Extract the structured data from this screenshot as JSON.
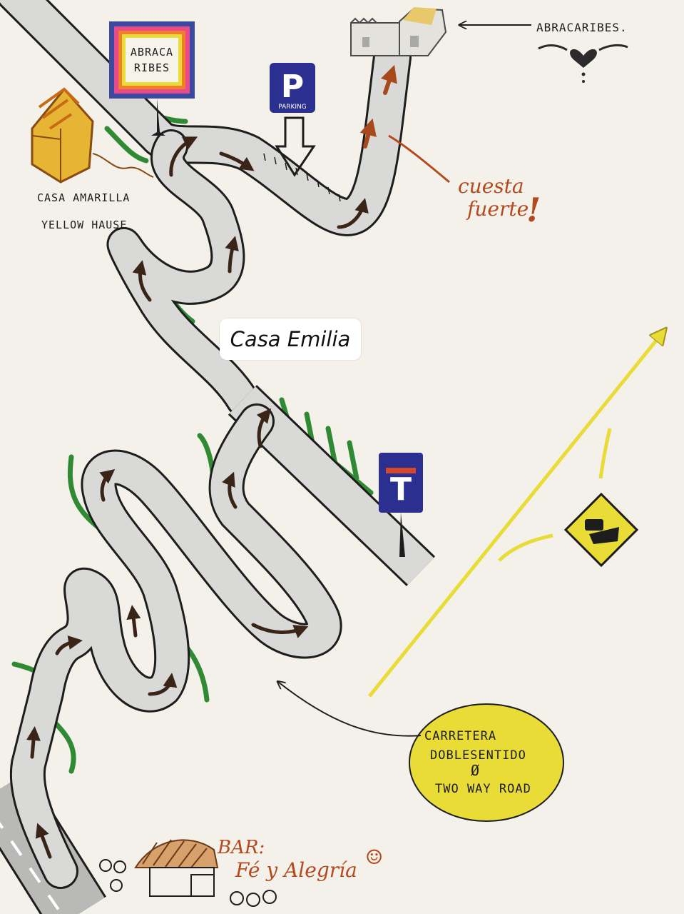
{
  "map": {
    "place_label": "Casa Emilia",
    "destination_label": "ABRACARIBES.",
    "sign_top": {
      "line1": "ABRACA",
      "line2": "RIBES"
    },
    "parking_sign": {
      "letter": "P",
      "sub": "PARKING"
    },
    "yellow_house": {
      "line1": "CASA AMARILLA",
      "line2": "YELLOW HAUSE"
    },
    "steep_warning": {
      "line1": "cuesta",
      "line2": "fuerte",
      "mark": "!"
    },
    "road_sign_t": {
      "letter": "T"
    },
    "two_way": {
      "line1": "CARRETERA",
      "line2": "DOBLESENTIDO",
      "line3": "Ø",
      "line4": "TWO WAY ROAD"
    },
    "bar": {
      "line1": "BAR:",
      "line2": "Fé y Alegría",
      "smile": "☺"
    },
    "colors": {
      "road": "#d9d9d7",
      "outline": "#1d1d1d",
      "arrow": "#3a2418",
      "arrow_top": "#a8491b",
      "green": "#2f8a33",
      "yellow": "#e9dc37",
      "blue": "#2b2f8f",
      "red_text": "#b34a1e"
    }
  }
}
